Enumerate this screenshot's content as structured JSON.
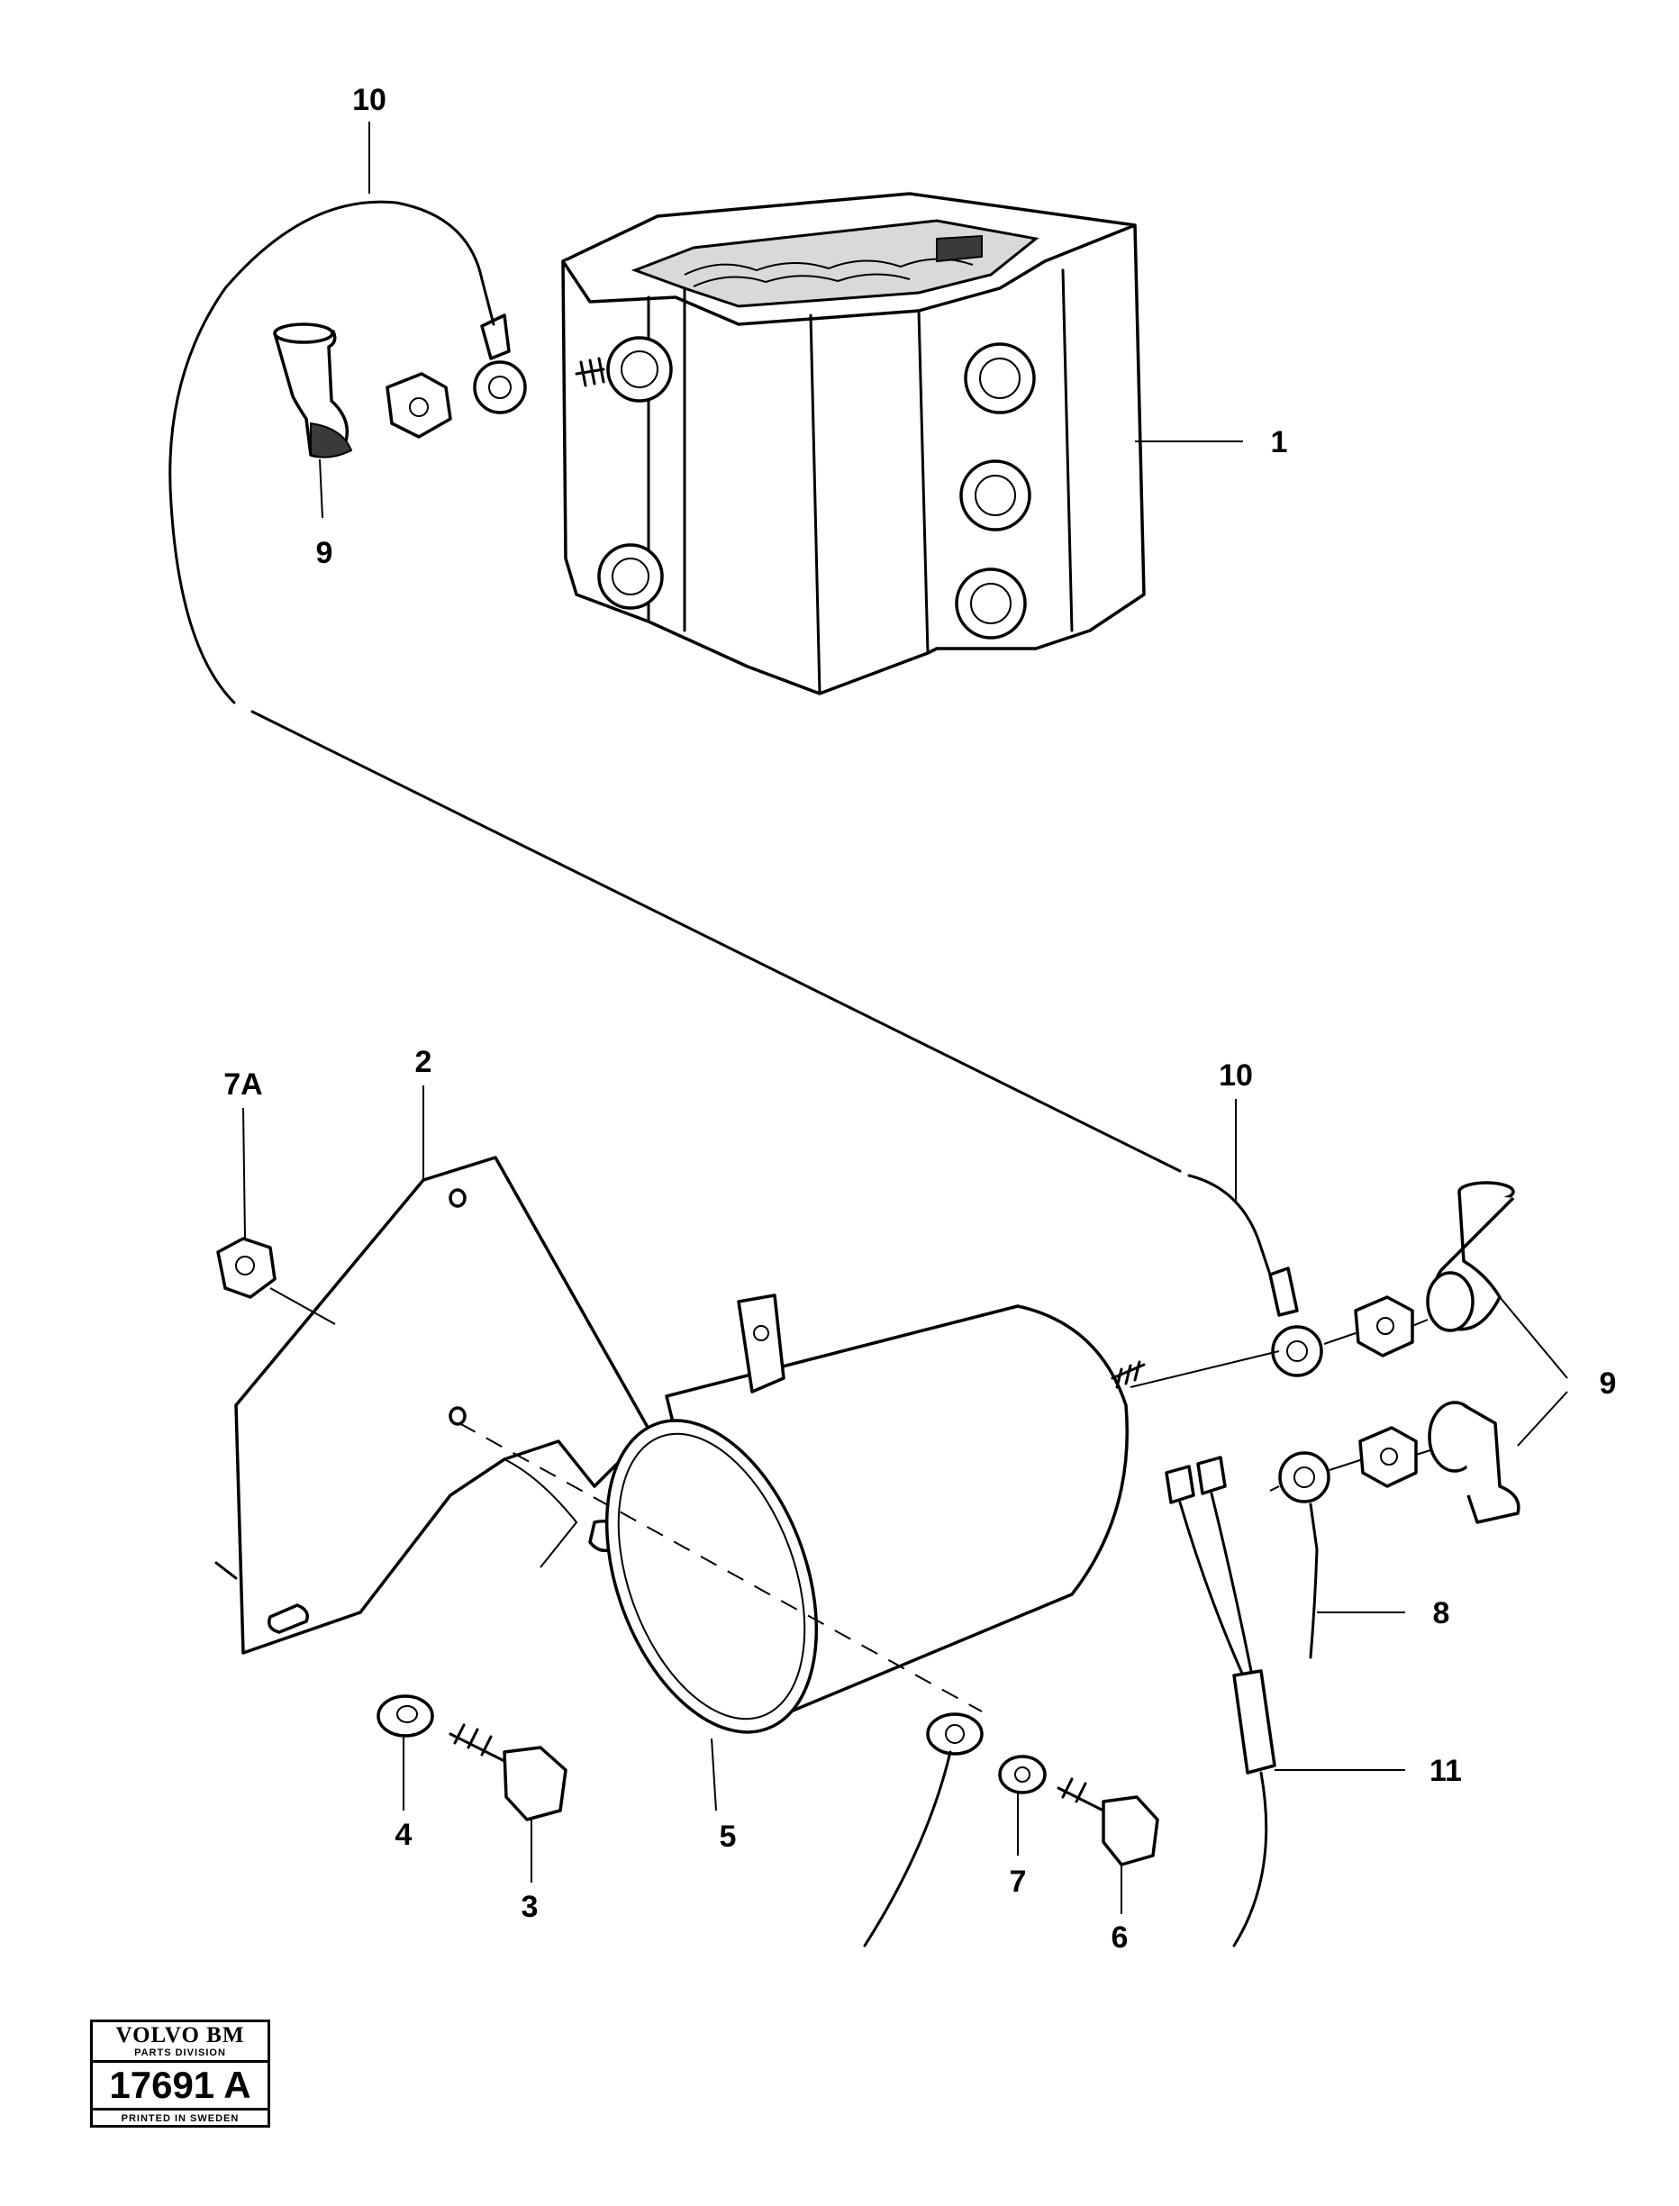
{
  "callouts": {
    "c1": "1",
    "c2": "2",
    "c3": "3",
    "c4": "4",
    "c5": "5",
    "c6": "6",
    "c7": "7",
    "c7a": "7A",
    "c8": "8",
    "c9_top": "9",
    "c9_right": "9",
    "c10_top": "10",
    "c10_right": "10",
    "c11": "11"
  },
  "stamp": {
    "brand": "VOLVO BM",
    "division": "PARTS DIVISION",
    "number": "17691 A",
    "printed": "PRINTED IN SWEDEN"
  }
}
